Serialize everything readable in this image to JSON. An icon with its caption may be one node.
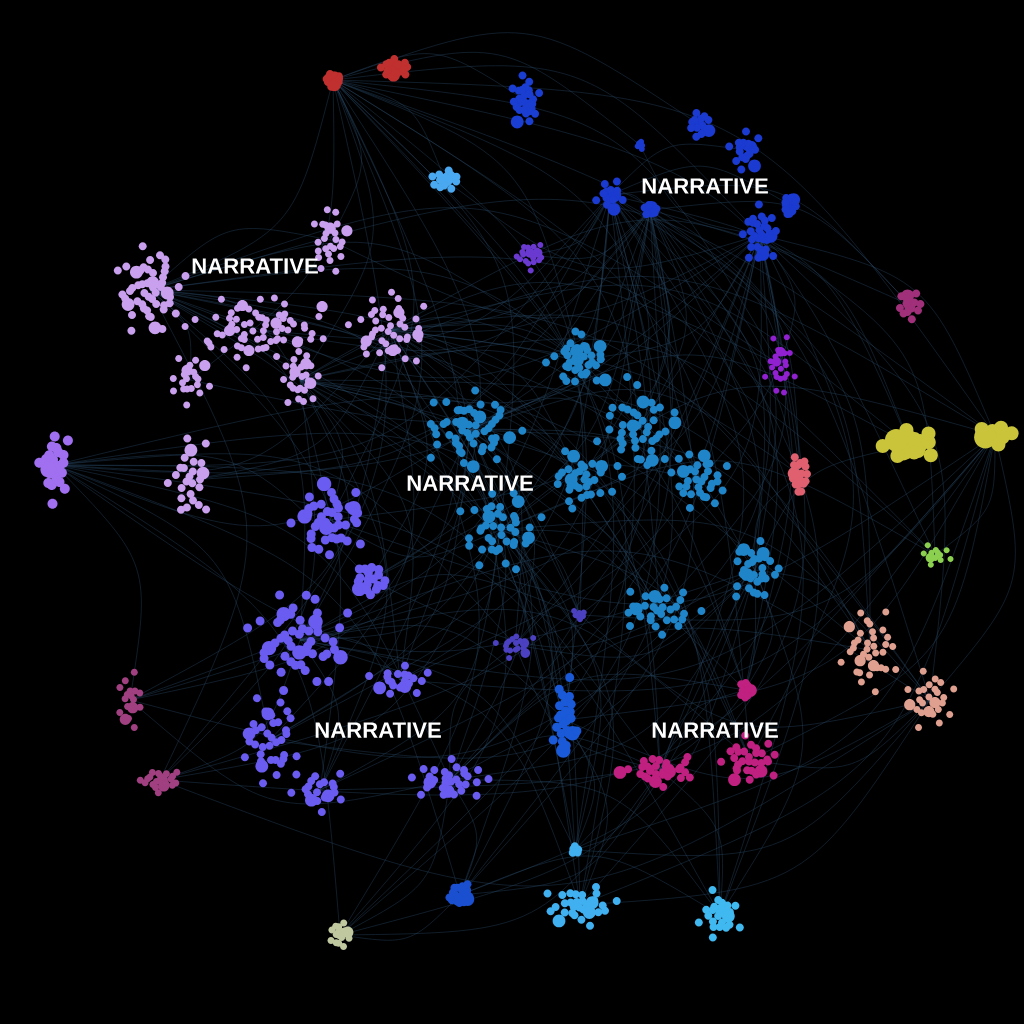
{
  "diagram": {
    "labels": [
      "NARRATIVE",
      "NARRATIVE",
      "NARRATIVE",
      "NARRATIVE",
      "NARRATIVE"
    ]
  }
}
